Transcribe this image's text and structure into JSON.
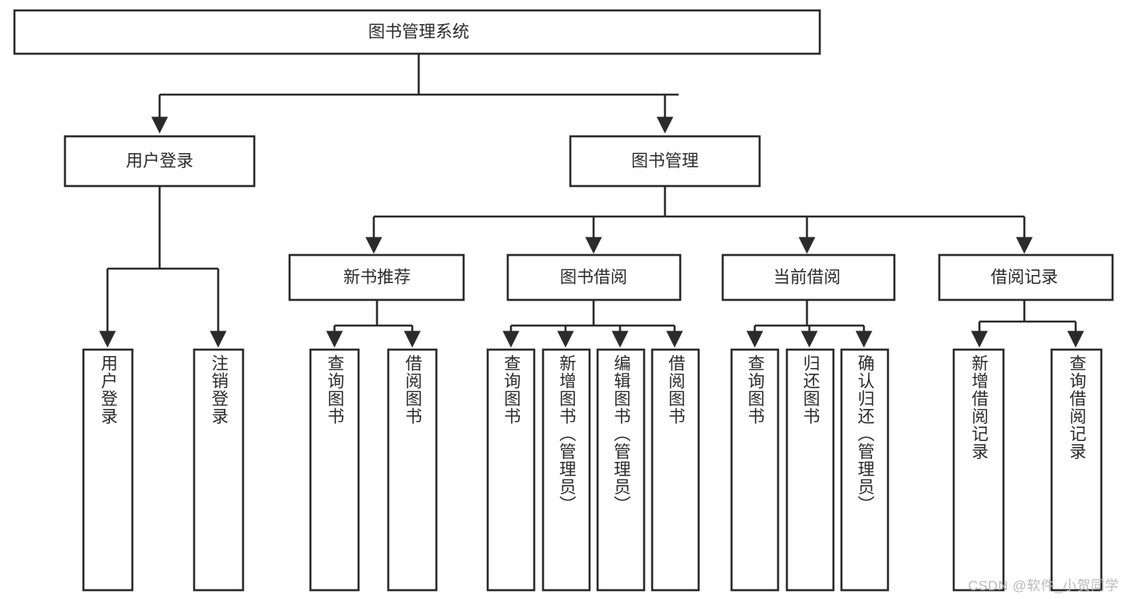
{
  "diagram": {
    "title": "图书管理系统",
    "type": "tree",
    "root": {
      "id": "root",
      "label": "图书管理系统",
      "orientation": "horizontal"
    },
    "level1": [
      {
        "id": "user-login",
        "label": "用户登录",
        "orientation": "horizontal"
      },
      {
        "id": "book-manage",
        "label": "图书管理",
        "orientation": "horizontal"
      }
    ],
    "level2": [
      {
        "id": "new-book-recommend",
        "label": "新书推荐",
        "parent": "book-manage",
        "orientation": "horizontal"
      },
      {
        "id": "book-borrow",
        "label": "图书借阅",
        "parent": "book-manage",
        "orientation": "horizontal"
      },
      {
        "id": "current-borrow",
        "label": "当前借阅",
        "parent": "book-manage",
        "orientation": "horizontal"
      },
      {
        "id": "borrow-record",
        "label": "借阅记录",
        "parent": "book-manage",
        "orientation": "horizontal"
      }
    ],
    "leaves": [
      {
        "id": "leaf-user-login",
        "label": "用户登录",
        "parent": "user-login",
        "orientation": "vertical"
      },
      {
        "id": "leaf-user-logout",
        "label": "注销登录",
        "parent": "user-login",
        "orientation": "vertical"
      },
      {
        "id": "leaf-query-book-1",
        "label": "查询图书",
        "parent": "new-book-recommend",
        "orientation": "vertical"
      },
      {
        "id": "leaf-borrow-book-1",
        "label": "借阅图书",
        "parent": "new-book-recommend",
        "orientation": "vertical"
      },
      {
        "id": "leaf-query-book-2",
        "label": "查询图书",
        "parent": "book-borrow",
        "orientation": "vertical"
      },
      {
        "id": "leaf-add-book",
        "label": "新增图书（管理员）",
        "parent": "book-borrow",
        "orientation": "vertical"
      },
      {
        "id": "leaf-edit-book",
        "label": "编辑图书（管理员）",
        "parent": "book-borrow",
        "orientation": "vertical"
      },
      {
        "id": "leaf-borrow-book-2",
        "label": "借阅图书",
        "parent": "book-borrow",
        "orientation": "vertical"
      },
      {
        "id": "leaf-query-book-3",
        "label": "查询图书",
        "parent": "current-borrow",
        "orientation": "vertical"
      },
      {
        "id": "leaf-return-book",
        "label": "归还图书",
        "parent": "current-borrow",
        "orientation": "vertical"
      },
      {
        "id": "leaf-confirm-return",
        "label": "确认归还（管理员）",
        "parent": "current-borrow",
        "orientation": "vertical"
      },
      {
        "id": "leaf-add-record",
        "label": "新增借阅记录",
        "parent": "borrow-record",
        "orientation": "vertical"
      },
      {
        "id": "leaf-query-record",
        "label": "查询借阅记录",
        "parent": "borrow-record",
        "orientation": "vertical"
      }
    ]
  },
  "watermark": {
    "text": "CSDN @软件_小贺同学"
  },
  "colors": {
    "stroke": "#2b2b2b",
    "box_fill": "#ffffff",
    "text": "#2b2b2b",
    "background": "#ffffff",
    "watermark": "#b9b9b9"
  }
}
